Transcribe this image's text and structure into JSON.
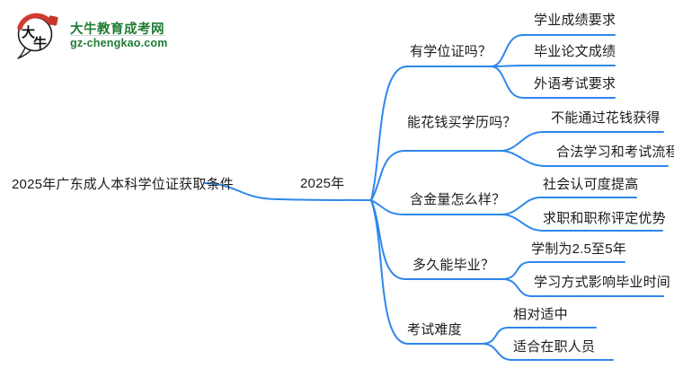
{
  "brand": {
    "site_name": "大牛教育成考网",
    "site_domain": "gz-chengkao.com",
    "logo_char_1": "大",
    "logo_char_2": "牛",
    "green": "#1f7c34",
    "red": "#d23b31"
  },
  "mindmap": {
    "line_color": "#2e87eb",
    "root_label": "2025年广东成人本科学位证获取条件",
    "center_label": "2025年",
    "branches": [
      {
        "label": "有学位证吗？",
        "children": [
          "学业成绩要求",
          "毕业论文成绩",
          "外语考试要求"
        ]
      },
      {
        "label": "能花钱买学历吗？",
        "children": [
          "不能通过花钱获得",
          "合法学习和考试流程"
        ]
      },
      {
        "label": "含金量怎么样？",
        "children": [
          "社会认可度提高",
          "求职和职称评定优势"
        ]
      },
      {
        "label": "多久能毕业？",
        "children": [
          "学制为2.5至5年",
          "学习方式影响毕业时间"
        ]
      },
      {
        "label": "考试难度",
        "children": [
          "相对适中",
          "适合在职人员"
        ]
      }
    ]
  }
}
